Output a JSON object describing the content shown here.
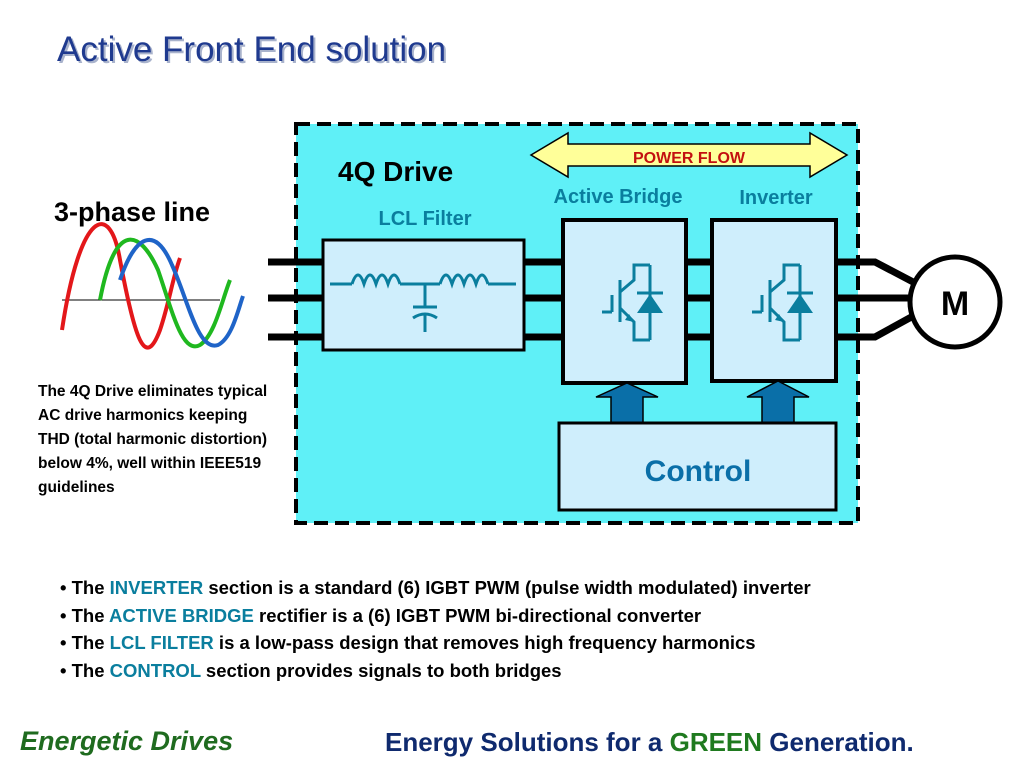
{
  "title": "Active Front End solution",
  "diagram": {
    "line_label": "3-phase line",
    "drive_label": "4Q Drive",
    "power_flow": "POWER FLOW",
    "active_bridge": "Active Bridge",
    "inverter": "Inverter",
    "lcl_filter": "LCL Filter",
    "control": "Control",
    "motor": "M",
    "colors": {
      "drive_fill": "#5ff0f7",
      "block_fill": "#cfeefc",
      "label": "#0a7e9e",
      "arrow_fill": "#ffff99",
      "control_arrow": "#0a6fa8",
      "wave_red": "#e3171a",
      "wave_green": "#1fb81f",
      "wave_blue": "#1f64c8"
    }
  },
  "side_text": "The 4Q Drive eliminates typical AC drive harmonics keeping THD (total harmonic distortion) below 4%, well within IEEE519 guidelines",
  "bullets": [
    {
      "prefix": "• The ",
      "keyword": "INVERTER",
      "suffix": " section is a standard (6) IGBT PWM (pulse width modulated) inverter"
    },
    {
      "prefix": "• The ",
      "keyword": "ACTIVE BRIDGE",
      "suffix": " rectifier is a (6) IGBT PWM bi-directional converter"
    },
    {
      "prefix": "• The ",
      "keyword": "LCL FILTER",
      "suffix": " is a low-pass design that removes high frequency harmonics"
    },
    {
      "prefix": "• The ",
      "keyword": "CONTROL",
      "suffix": " section provides signals to both bridges"
    }
  ],
  "footer": {
    "brand": "Energetic Drives",
    "tagline_start": "Energy Solutions for a ",
    "tagline_green": "GREEN",
    "tagline_end": " Generation."
  }
}
